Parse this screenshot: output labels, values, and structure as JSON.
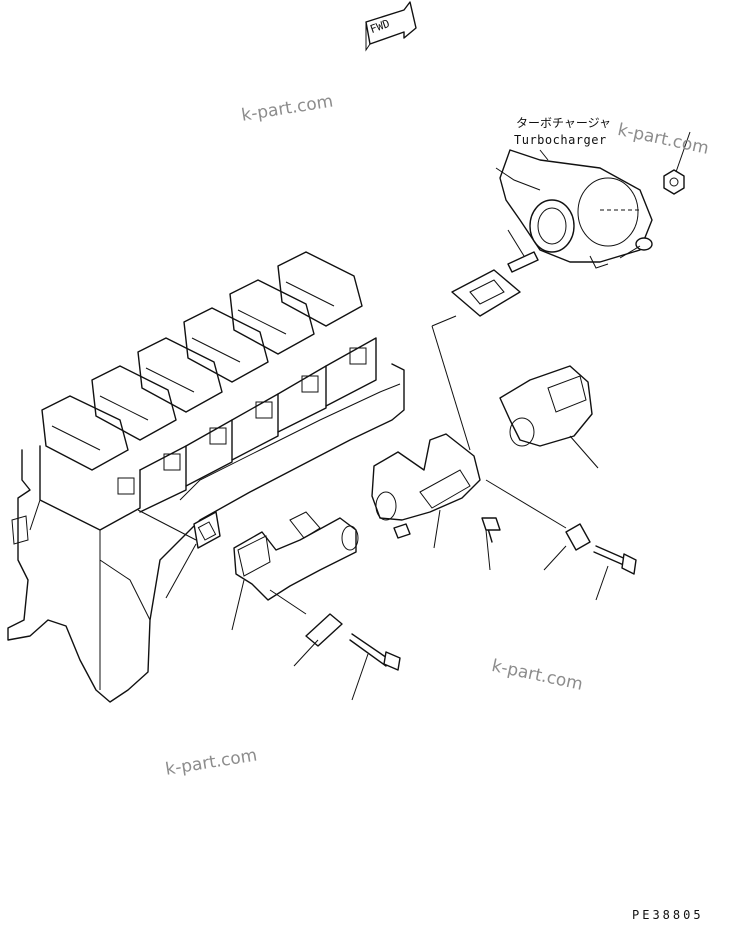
{
  "labels": {
    "turbo_jp": "ターボチャージャ",
    "turbo_en": "Turbocharger",
    "fwd": "FWD",
    "code": "PE38805"
  },
  "watermarks": [
    "k-part.com",
    "k-part.com",
    "k-part.com",
    "k-part.com"
  ]
}
